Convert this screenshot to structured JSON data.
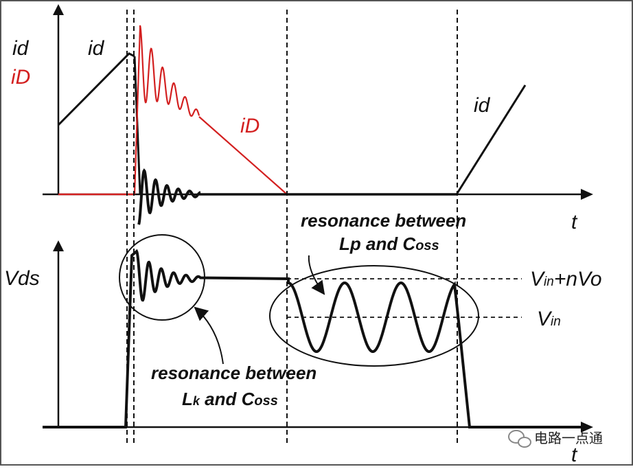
{
  "frame": {
    "border_color": "#555555"
  },
  "colors": {
    "black": "#111111",
    "red": "#d32020"
  },
  "top_panel": {
    "label_id": "id",
    "label_iD": "iD",
    "curve_label_id_1": "id",
    "curve_label_iD": "iD",
    "curve_label_id_2": "id",
    "t_label": "t"
  },
  "bottom_panel": {
    "label_vds_main": "V",
    "label_vds_sub": "ds",
    "t_label": "t",
    "level_high_main": "V",
    "level_high_sub": "in",
    "level_high_rest": "+nVo",
    "level_low_main": "V",
    "level_low_sub": "in",
    "note_right_line1": "resonance between",
    "note_right_line2_a": "Lp and C",
    "note_right_line2_b": "oss",
    "note_left_line1": "resonance between",
    "note_left_line2_a": "L",
    "note_left_line2_sub": "k",
    "note_left_line2_b": " and C",
    "note_left_line2_c": "oss"
  },
  "watermark": {
    "text": "电路一点通",
    "icon": "wechat-icon"
  }
}
